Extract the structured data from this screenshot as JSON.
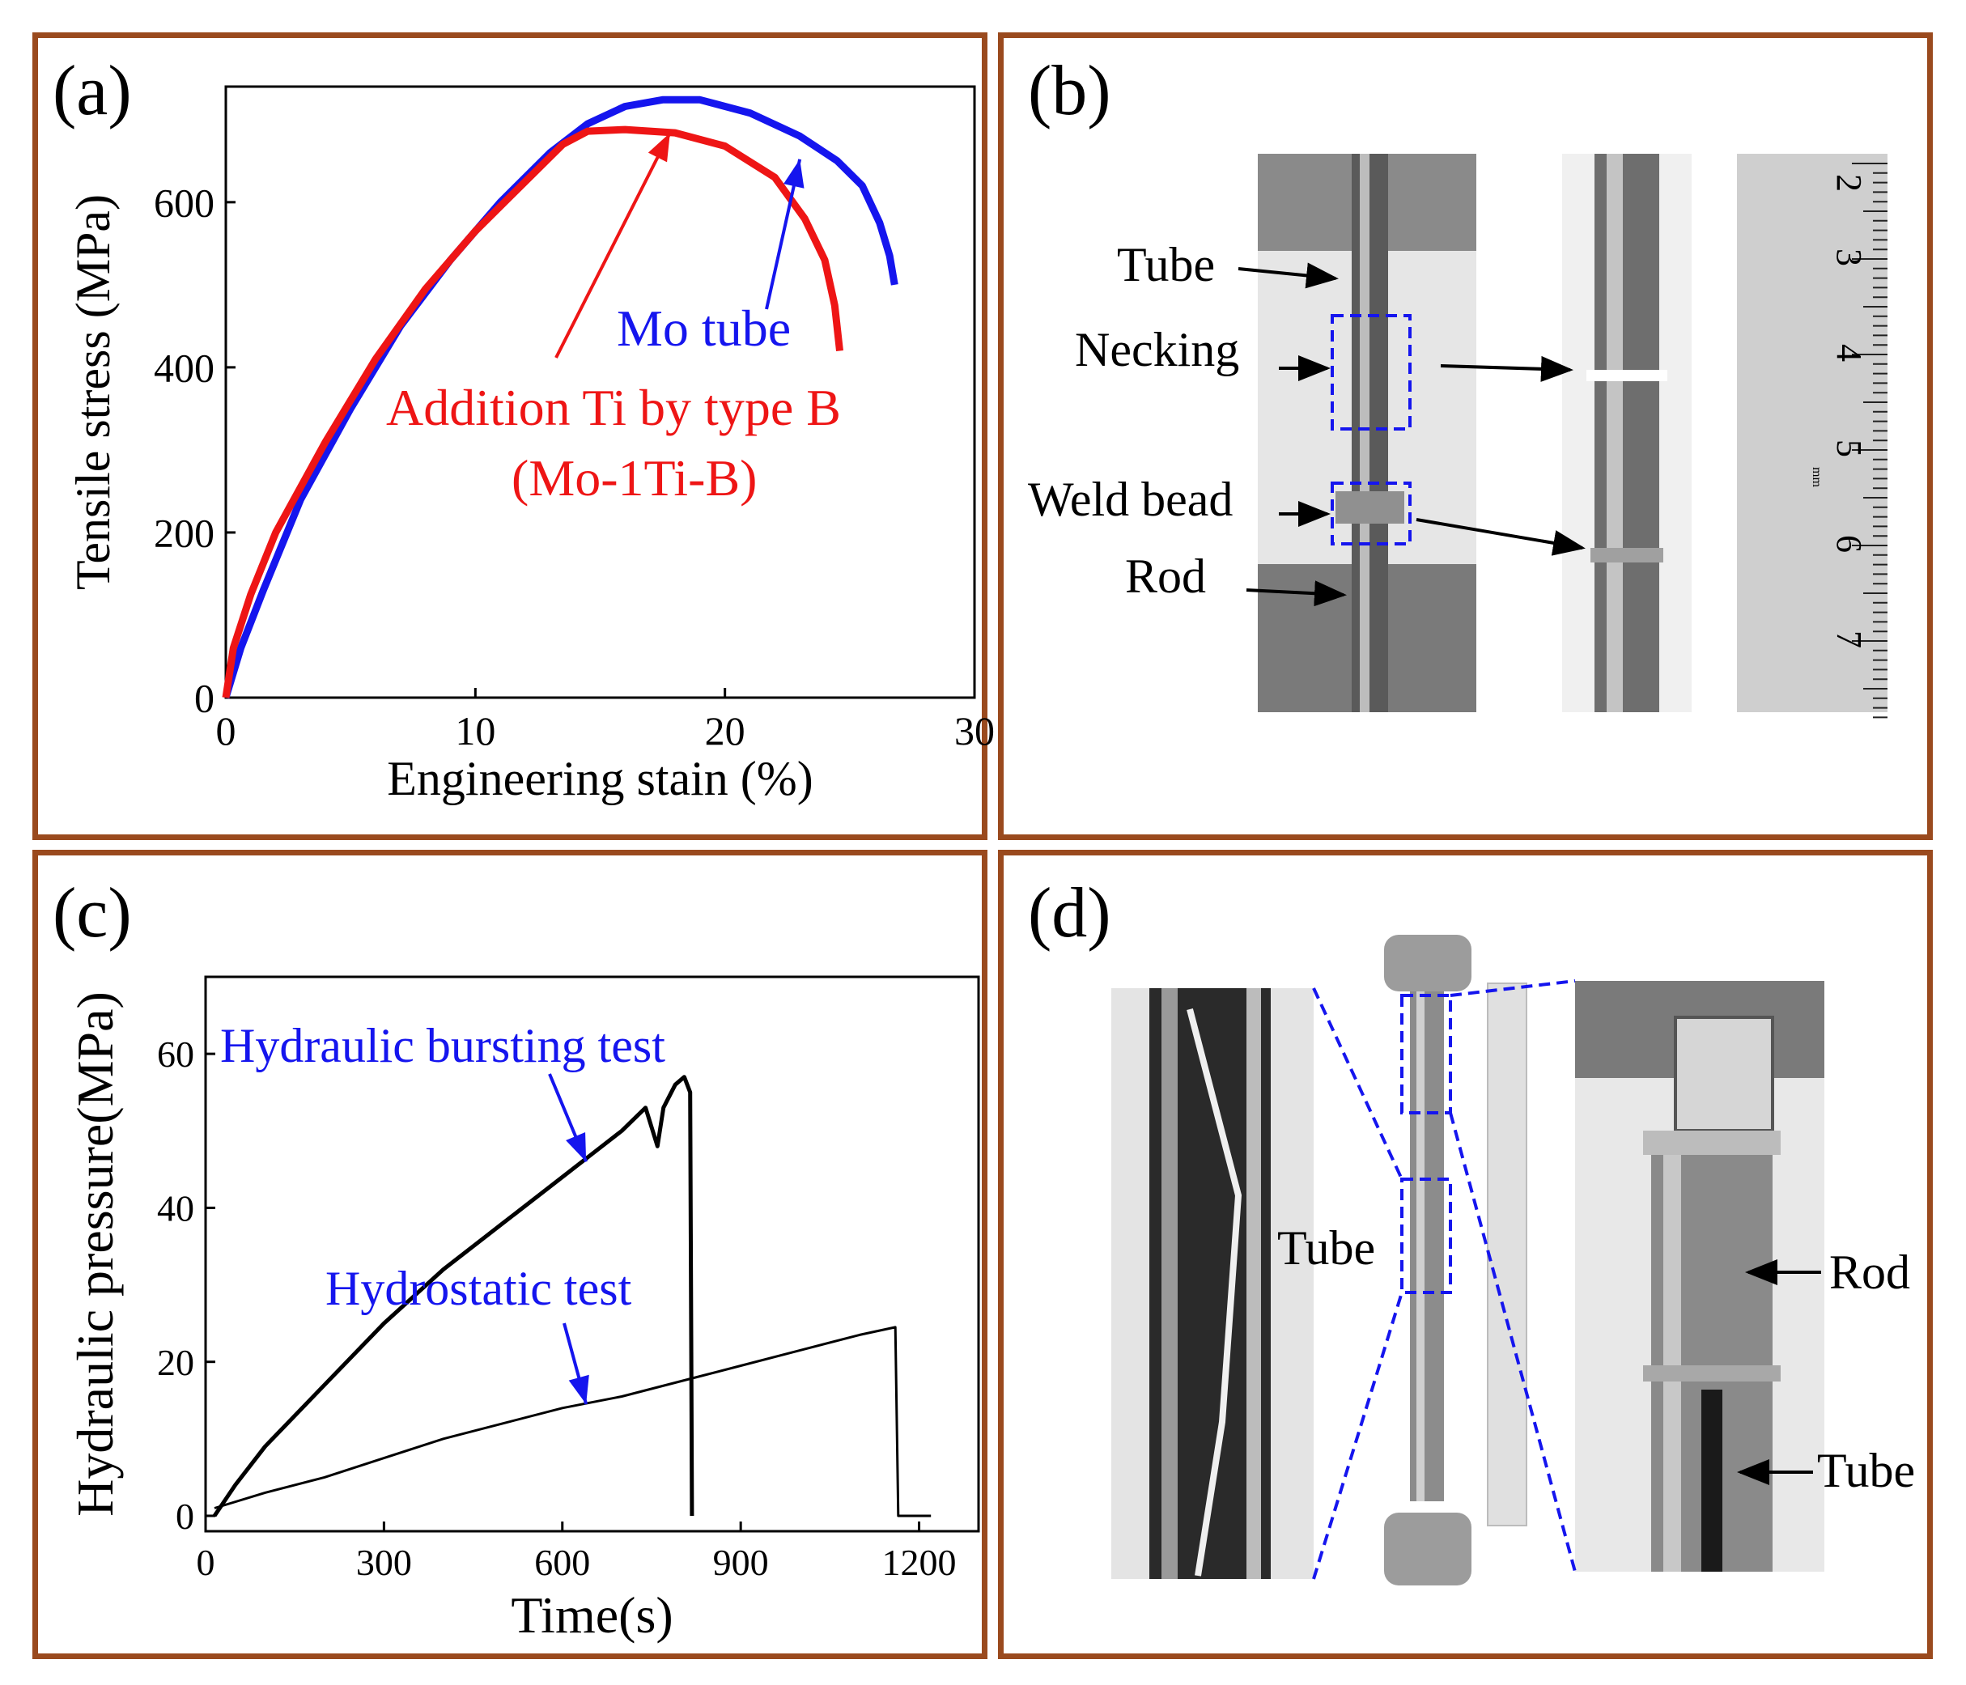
{
  "panels": {
    "a": {
      "label": "(a)"
    },
    "b": {
      "label": "(b)"
    },
    "c": {
      "label": "(c)"
    },
    "d": {
      "label": "(d)"
    }
  },
  "frame_color": "#9a4a1e",
  "chart_data": [
    {
      "type": "line",
      "panel": "(a)",
      "xlabel": "Engineering stain (%)",
      "ylabel": "Tensile stress (MPa)",
      "xlim": [
        0,
        30
      ],
      "ylim": [
        0,
        740
      ],
      "xticks": [
        0,
        10,
        20,
        30
      ],
      "yticks": [
        0,
        200,
        400,
        600
      ],
      "grid": false,
      "series": [
        {
          "name": "Mo tube",
          "color": "#1515ee",
          "points": [
            [
              0,
              0
            ],
            [
              0.6,
              60
            ],
            [
              1.5,
              130
            ],
            [
              3,
              240
            ],
            [
              5,
              350
            ],
            [
              7,
              450
            ],
            [
              9,
              530
            ],
            [
              11,
              600
            ],
            [
              13,
              660
            ],
            [
              14.5,
              695
            ],
            [
              16,
              716
            ],
            [
              17.5,
              724
            ],
            [
              19,
              724
            ],
            [
              21,
              708
            ],
            [
              23,
              680
            ],
            [
              24.5,
              650
            ],
            [
              25.5,
              620
            ],
            [
              26.2,
              575
            ],
            [
              26.6,
              535
            ],
            [
              26.8,
              500
            ]
          ]
        },
        {
          "name": "Addition Ti by type B (Mo-1Ti-B)",
          "color": "#ee1515",
          "points": [
            [
              0,
              0
            ],
            [
              0.3,
              60
            ],
            [
              1,
              125
            ],
            [
              2,
              200
            ],
            [
              4,
              310
            ],
            [
              6,
              410
            ],
            [
              8,
              495
            ],
            [
              10,
              565
            ],
            [
              12,
              625
            ],
            [
              13.5,
              670
            ],
            [
              14.5,
              686
            ],
            [
              16,
              688
            ],
            [
              18,
              684
            ],
            [
              20,
              668
            ],
            [
              22,
              630
            ],
            [
              23.2,
              580
            ],
            [
              24,
              530
            ],
            [
              24.4,
              475
            ],
            [
              24.6,
              420
            ]
          ]
        }
      ],
      "annotations": [
        {
          "text": "Mo tube",
          "color": "#1515ee"
        },
        {
          "text": "Addition Ti by type B",
          "color": "#ee1515"
        },
        {
          "text": "(Mo-1Ti-B)",
          "color": "#ee1515"
        }
      ]
    },
    {
      "type": "line",
      "panel": "(c)",
      "xlabel": "Time(s)",
      "ylabel": "Hydraulic pressure(MPa)",
      "xlim": [
        0,
        1300
      ],
      "ylim": [
        -2,
        70
      ],
      "xticks": [
        0,
        300,
        600,
        900,
        1200
      ],
      "yticks": [
        0,
        20,
        40,
        60
      ],
      "grid": false,
      "series": [
        {
          "name": "Hydraulic bursting test",
          "color": "#000000",
          "points": [
            [
              15,
              0
            ],
            [
              50,
              4
            ],
            [
              100,
              9
            ],
            [
              200,
              17
            ],
            [
              300,
              25
            ],
            [
              400,
              32
            ],
            [
              500,
              38
            ],
            [
              600,
              44
            ],
            [
              650,
              47
            ],
            [
              700,
              50
            ],
            [
              740,
              53
            ],
            [
              760,
              48
            ],
            [
              770,
              53
            ],
            [
              790,
              56
            ],
            [
              805,
              57
            ],
            [
              815,
              55
            ],
            [
              817,
              18
            ],
            [
              818,
              0
            ]
          ]
        },
        {
          "name": "Hydrostatic test",
          "color": "#000000",
          "points": [
            [
              15,
              1
            ],
            [
              100,
              3
            ],
            [
              200,
              5
            ],
            [
              300,
              7.5
            ],
            [
              400,
              10
            ],
            [
              500,
              12
            ],
            [
              600,
              14
            ],
            [
              700,
              15.5
            ],
            [
              800,
              17.5
            ],
            [
              900,
              19.5
            ],
            [
              1000,
              21.5
            ],
            [
              1100,
              23.5
            ],
            [
              1160,
              24.5
            ],
            [
              1165,
              0
            ],
            [
              1220,
              0
            ]
          ]
        }
      ],
      "annotations": [
        {
          "text": "Hydraulic bursting test",
          "color": "#1515ee"
        },
        {
          "text": "Hydrostatic test",
          "color": "#1515ee"
        }
      ]
    }
  ],
  "photo_b": {
    "labels": {
      "tube": "Tube",
      "necking": "Necking",
      "weld": "Weld bead",
      "rod": "Rod"
    },
    "ruler_numbers": [
      "2",
      "3",
      "4",
      "5",
      "6",
      "7"
    ],
    "ruler_unit": "mm"
  },
  "photo_d": {
    "labels": {
      "tube_left": "Tube",
      "rod": "Rod",
      "tube_right": "Tube"
    }
  }
}
